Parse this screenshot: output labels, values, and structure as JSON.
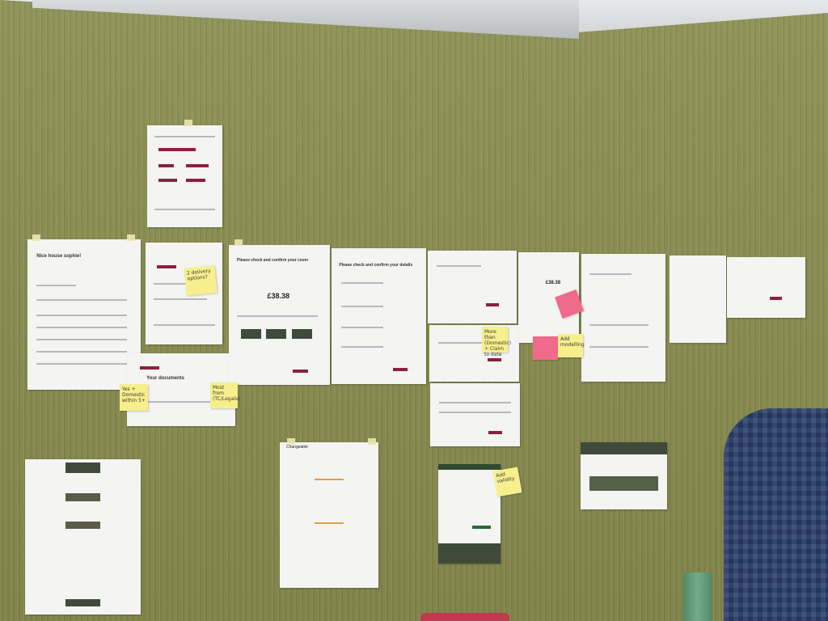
{
  "scene": {
    "sheets_text": {
      "nice_house": "Nice house sophie!",
      "please_check": "Please check and confirm your cover",
      "please_check_details": "Please check and confirm your details",
      "your_documents": "Your documents",
      "price_1": "£38.38",
      "price_2": "£38.38"
    },
    "notes": [
      {
        "text": "2 delivery options?"
      },
      {
        "text": "Yes + Domestic within 5+"
      },
      {
        "text": "Most from (TC/Legals)"
      },
      {
        "text": "More than (Domestic) + Claim to date"
      },
      {
        "text": "Add modelling"
      },
      {
        "text": "Add validity"
      }
    ],
    "handwritten_label": "Changeable",
    "colors": {
      "wall": "#8a8c52",
      "accent": "#8b2040",
      "sticky_yellow": "#f6ef8c",
      "sticky_pink": "#f06a8c",
      "shirt": "#2a3f6a"
    }
  }
}
